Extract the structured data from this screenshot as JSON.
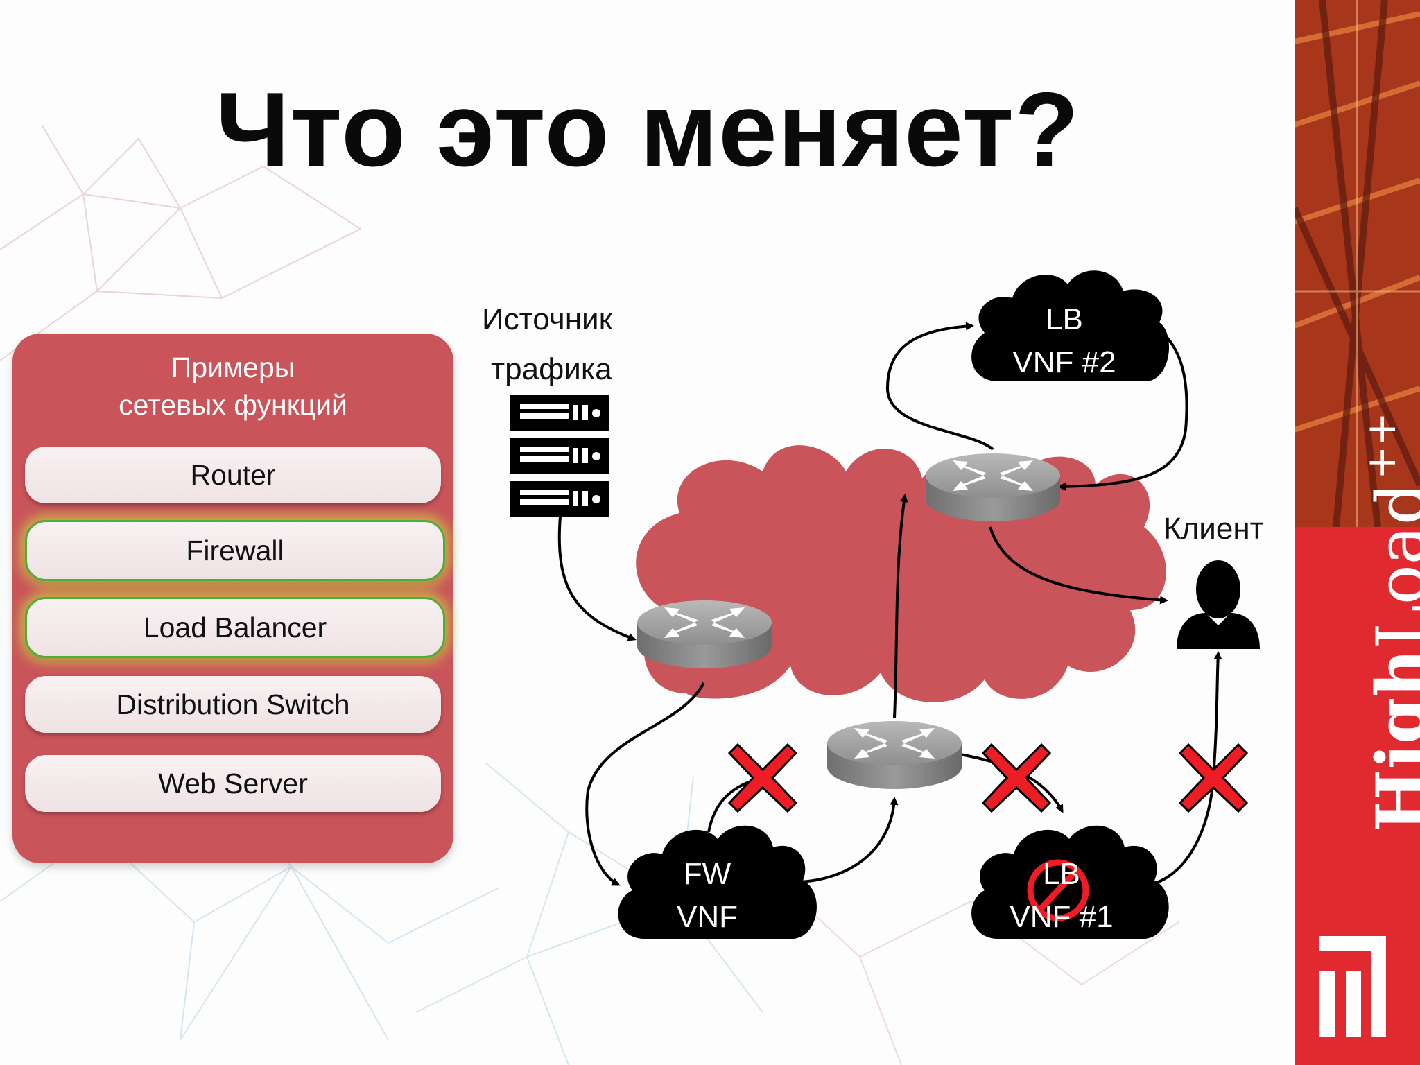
{
  "slide": {
    "title": "Что это меняет?"
  },
  "panel": {
    "title_line1": "Примеры",
    "title_line2": "сетевых функций",
    "items": [
      {
        "label": "Router",
        "highlighted": false
      },
      {
        "label": "Firewall",
        "highlighted": true
      },
      {
        "label": "Load Balancer",
        "highlighted": true
      },
      {
        "label": "Distribution Switch",
        "highlighted": false
      },
      {
        "label": "Web Server",
        "highlighted": false
      }
    ]
  },
  "diagram": {
    "source_label_line1": "Источник",
    "source_label_line2": "трафика",
    "client_label": "Клиент",
    "fw_vnf_line1": "FW",
    "fw_vnf_line2": "VNF",
    "lb2_line1": "LB",
    "lb2_line2": "VNF #2",
    "lb1_line1": "LB",
    "lb1_line2": "VNF #1",
    "colors": {
      "cloud": "#c9545a",
      "cross": "#ee1c24",
      "vnf": "#000000"
    }
  },
  "brand": {
    "name_bold": "High",
    "name_light": "Load",
    "superscript": "++",
    "color": "#e12a2f"
  }
}
